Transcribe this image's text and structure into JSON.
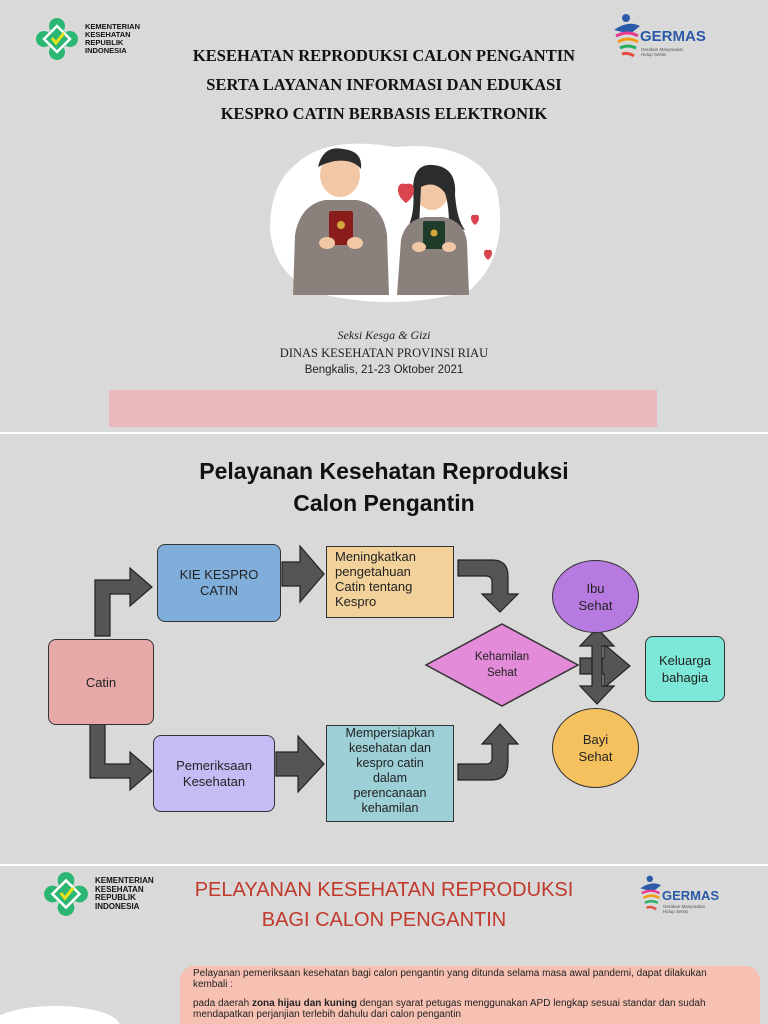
{
  "slide1": {
    "logo_left": [
      "KEMENTERIAN",
      "KESEHATAN",
      "REPUBLIK",
      "INDONESIA"
    ],
    "logo_right": {
      "name": "GERMAS",
      "sub": [
        "Gerakan Masyarakat",
        "Hidup Sehat"
      ]
    },
    "title_lines": [
      "KESEHATAN REPRODUKSI CALON PENGANTIN",
      "SERTA LAYANAN INFORMASI DAN EDUKASI",
      "KESPRO CATIN BERBASIS ELEKTRONIK"
    ],
    "section": "Seksi Kesga & Gizi",
    "agency": "DINAS KESEHATAN PROVINSI RIAU",
    "place_date": "Bengkalis, 21-23 Oktober  2021"
  },
  "slide2": {
    "title_lines": [
      "Pelayanan Kesehatan Reproduksi",
      "Calon Pengantin"
    ],
    "nodes": {
      "catin": "Catin",
      "kie": "KIE KESPRO\nCATIN",
      "meningkatkan": "Meningkatkan\npengetahuan\nCatin tentang\nKespro",
      "pemeriksaan": "Pemeriksaan\nKesehatan",
      "mempersiapkan": "Mempersiapkan\nkesehatan dan\nkespro catin\ndalam\nperencanaan\nkehamilan",
      "kehamilan": "Kehamilan\nSehat",
      "ibu": "Ibu\nSehat",
      "bayi": "Bayi\nSehat",
      "keluarga": "Keluarga\nbahagia"
    }
  },
  "slide3": {
    "logo_left": [
      "KEMENTERIAN",
      "KESEHATAN",
      "REPUBLIK",
      "INDONESIA"
    ],
    "logo_right": {
      "name": "GERMAS",
      "sub": [
        "Gerakan Masyarakat",
        "Hidup Sehat"
      ]
    },
    "title_lines": [
      "PELAYANAN KESEHATAN REPRODUKSI",
      "BAGI CALON PENGANTIN"
    ],
    "para1": "Pelayanan pemeriksaan kesehatan bagi calon pengantin yang ditunda selama masa awal pandemi, dapat dilakukan kembali :",
    "para2_pre": "pada daerah ",
    "para2_bold": "zona hijau dan kuning",
    "para2_post": " dengan syarat petugas menggunakan APD lengkap sesuai standar dan sudah mendapatkan perjanjian terlebih dahulu dari calon pengantin"
  },
  "colors": {
    "slide_bg": "#d9d9d9",
    "pink_bar": "#e8b8ba",
    "kie_box": "#80aedb",
    "meningkatkan_box": "#f2d29a",
    "catin_box": "#e6a9a8",
    "pemeriksaan_box": "#c3bcf5",
    "mempersiapkan_box": "#9ccfd6",
    "kehamilan_diamond": "#e38ad8",
    "ibu_circle": "#b67ae0",
    "bayi_circle": "#f4c15e",
    "keluarga_box": "#7ee8d8",
    "title3_red": "#c0392b",
    "peach_panel": "#f6c1b3"
  }
}
